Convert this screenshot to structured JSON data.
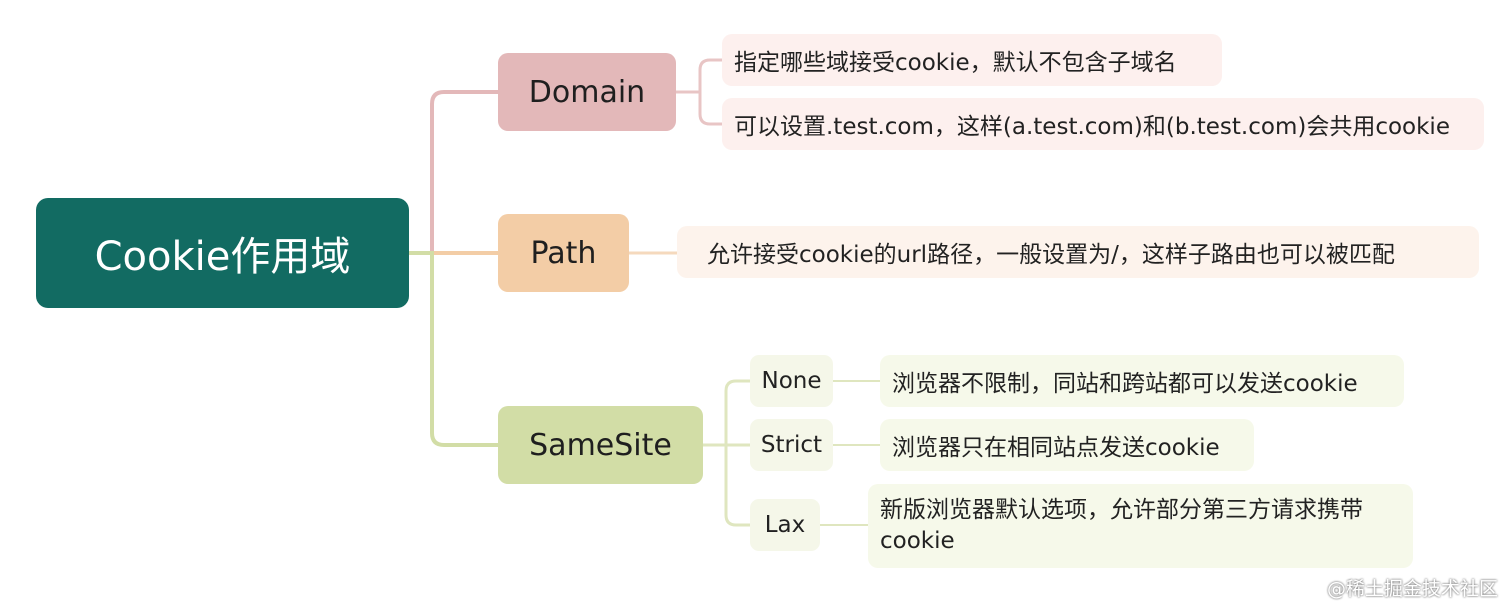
{
  "root": {
    "label": "Cookie作用域"
  },
  "branches": {
    "domain": {
      "label": "Domain",
      "details": [
        "指定哪些域接受cookie，默认不包含子域名",
        "可以设置.test.com，这样(a.test.com)和(b.test.com)会共用cookie"
      ]
    },
    "path": {
      "label": "Path",
      "details": [
        "允许接受cookie的url路径，一般设置为/，这样子路由也可以被匹配"
      ]
    },
    "samesite": {
      "label": "SameSite",
      "options": [
        {
          "label": "None",
          "detail": "浏览器不限制，同站和跨站都可以发送cookie"
        },
        {
          "label": "Strict",
          "detail": "浏览器只在相同站点发送cookie"
        },
        {
          "label": "Lax",
          "detail": "新版浏览器默认选项，允许部分第三方请求携带cookie"
        }
      ]
    }
  },
  "watermark": "@稀土掘金技术社区",
  "colors": {
    "root": "#126b62",
    "domain": "#e3b8b9",
    "path": "#f3cda6",
    "samesite": "#d2dda6"
  }
}
